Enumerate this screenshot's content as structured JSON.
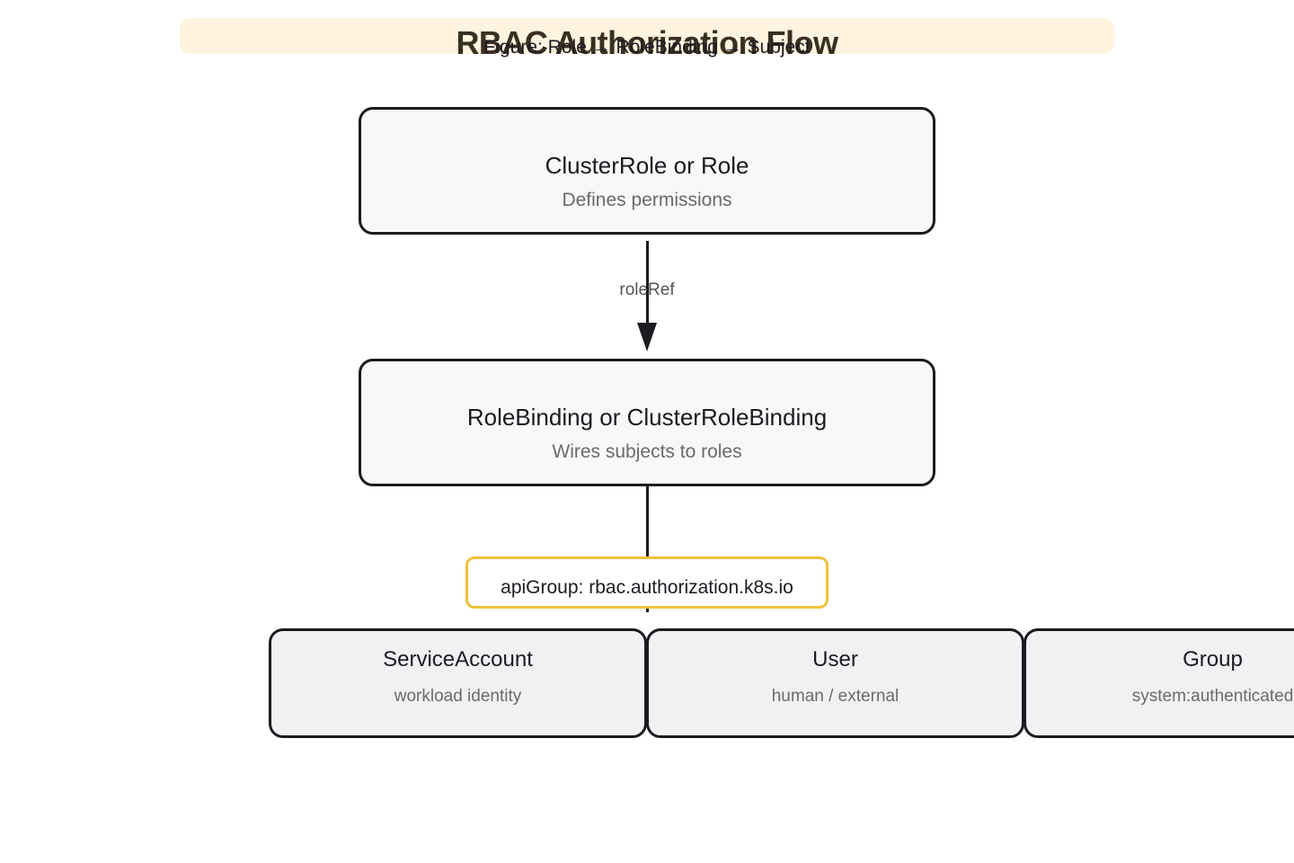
{
  "header": {
    "title": "RBAC Authorization Flow",
    "subtitle": "Figure: Role → RoleBinding → Subject"
  },
  "nodes": {
    "role": {
      "label": "ClusterRole or Role",
      "description": "Defines permissions"
    },
    "binding": {
      "label": "RoleBinding or ClusterRoleBinding",
      "description": "Wires subjects to roles"
    }
  },
  "edges": {
    "role_to_binding": {
      "label": "roleRef"
    }
  },
  "callout": {
    "text": "apiGroup: rbac.authorization.k8s.io"
  },
  "subjects": [
    {
      "label": "ServiceAccount",
      "description": "workload identity"
    },
    {
      "label": "User",
      "description": "human / external"
    },
    {
      "label": "Group",
      "description": "system:authenticated"
    }
  ],
  "colors": {
    "title_band": "#fff4df",
    "node_border": "#1b1b22",
    "callout_border": "#f2c23c",
    "node_fill": "#f8f8f8",
    "subject_fill": "#f1f1f3"
  }
}
